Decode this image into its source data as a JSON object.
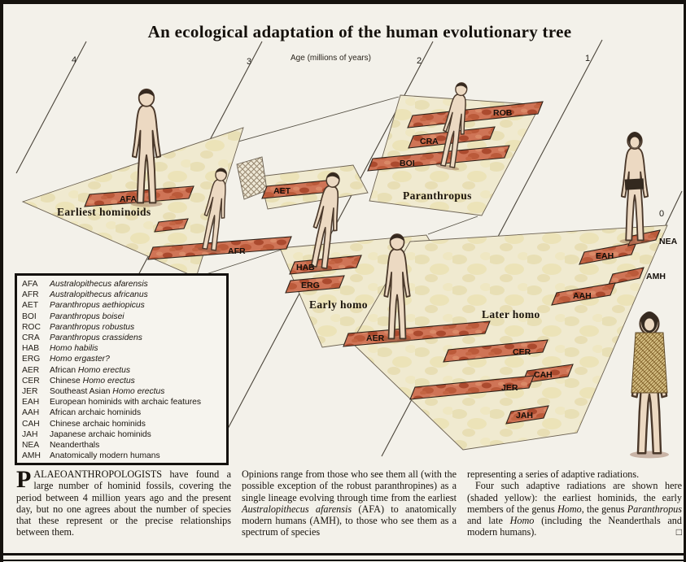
{
  "title": "An ecological adaptation of the human evolutionary tree",
  "axis": {
    "label": "Age (millions of years)",
    "ticks": [
      "4",
      "3",
      "2",
      "1",
      "0"
    ]
  },
  "regions": {
    "earliest": "Earliest hominoids",
    "paranthropus": "Paranthropus",
    "early_homo": "Early homo",
    "later_homo": "Later homo"
  },
  "bars": {
    "afa": "AFA",
    "afr": "AFR",
    "aet": "AET",
    "rob": "ROB",
    "cra": "CRA",
    "boi": "BOI",
    "hab": "HAB",
    "erg": "ERG",
    "aer": "AER",
    "eah": "EAH",
    "amh": "AMH",
    "aah": "AAH",
    "nea": "NEA",
    "cer": "CER",
    "cah": "CAH",
    "jer": "JER",
    "jah": "JAH"
  },
  "legend": {
    "entries": [
      {
        "code": "AFA",
        "taxon": "Australopithecus afarensis"
      },
      {
        "code": "AFR",
        "taxon": "Australopithecus africanus"
      },
      {
        "code": "AET",
        "taxon": "Paranthropus aethiopicus"
      },
      {
        "code": "BOI",
        "taxon": "Paranthropus boisei"
      },
      {
        "code": "ROC",
        "taxon": "Paranthropus robustus"
      },
      {
        "code": "CRA",
        "taxon": "Paranthropus crassidens"
      },
      {
        "code": "HAB",
        "taxon": "Homo habilis"
      },
      {
        "code": "ERG",
        "taxon": "Homo ergaster?"
      },
      {
        "code": "AER",
        "prefix": "African ",
        "taxon": "Homo erectus"
      },
      {
        "code": "CER",
        "prefix": "Chinese ",
        "taxon": "Homo erectus"
      },
      {
        "code": "JER",
        "prefix": "Southeast Asian ",
        "taxon": "Homo erectus"
      },
      {
        "code": "EAH",
        "prefix": "European hominids with archaic features"
      },
      {
        "code": "AAH",
        "prefix": "African archaic hominids"
      },
      {
        "code": "CAH",
        "prefix": "Chinese archaic hominids"
      },
      {
        "code": "JAH",
        "prefix": "Japanese archaic hominids"
      },
      {
        "code": "NEA",
        "prefix": "Neanderthals"
      },
      {
        "code": "AMH",
        "prefix": "Anatomically modern humans"
      }
    ]
  },
  "article": {
    "dropcap": "P",
    "col1": "ALAEOANTHROPOLOGISTS have found a large number of hominid fossils, covering the period between 4 million years ago and the present day, but no one agrees about the number of species that these represent or the precise relationships between them.",
    "col2_a": "Opinions range from those who see them all (with the possible exception of the robust paranthropines) as a single lineage evolving through time from the earliest ",
    "col2_taxon": "Australopithecus afarensis",
    "col2_b": " (AFA) to anatomically modern humans (AMH), to those who see them as a spectrum of species",
    "col3_a": "representing a series of adaptive radiations.",
    "col3_b": "Four such adaptive radiations are shown here (shaded yellow): the earliest hominids, the early members of the genus ",
    "col3_i1": "Homo",
    "col3_c": ", the genus ",
    "col3_i2": "Paranthropus",
    "col3_d": " and late ",
    "col3_i3": "Homo",
    "col3_e": " (including the Neanderthals and modern humans).",
    "end_mark": "□"
  },
  "colors": {
    "bar_base": "#cf7456",
    "bar_mottle": "#ab4a2e",
    "region_yellow": "#f0ead0",
    "ink": "#1a140e",
    "page": "#f3f1ea"
  }
}
